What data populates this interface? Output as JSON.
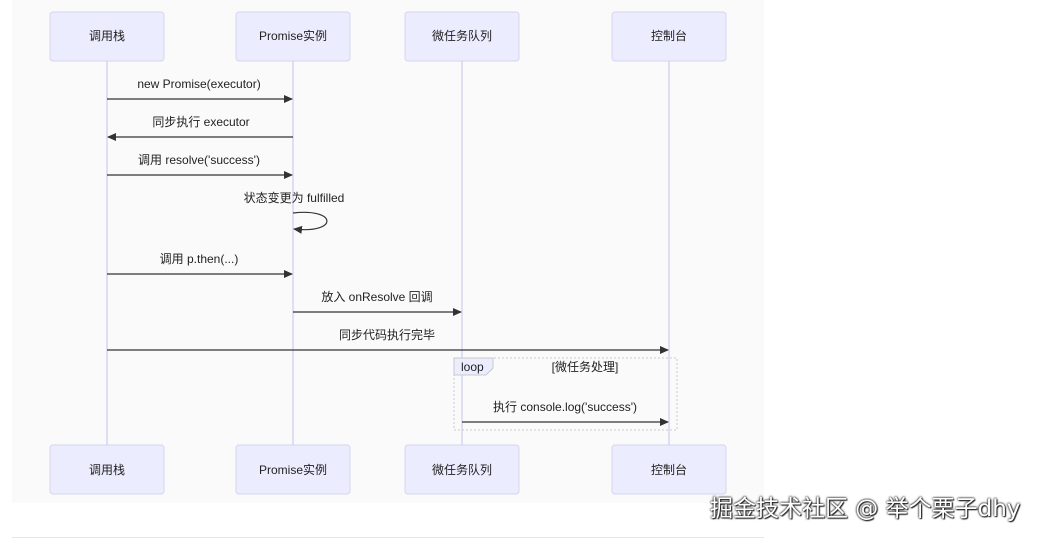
{
  "diagram": {
    "participants": [
      {
        "id": "callstack",
        "label": "调用栈"
      },
      {
        "id": "promise",
        "label": "Promise实例"
      },
      {
        "id": "microqueue",
        "label": "微任务队列"
      },
      {
        "id": "console",
        "label": "控制台"
      }
    ],
    "messages": [
      {
        "from": "callstack",
        "to": "promise",
        "label": "new Promise(executor)"
      },
      {
        "from": "promise",
        "to": "callstack",
        "label": "同步执行 executor"
      },
      {
        "from": "callstack",
        "to": "promise",
        "label": "调用 resolve('success')"
      },
      {
        "from": "promise",
        "to": "promise",
        "label": "状态变更为 fulfilled"
      },
      {
        "from": "callstack",
        "to": "promise",
        "label": "调用 p.then(...)"
      },
      {
        "from": "promise",
        "to": "microqueue",
        "label": "放入 onResolve 回调"
      },
      {
        "from": "callstack",
        "to": "console",
        "label": "同步代码执行完毕"
      },
      {
        "from": "microqueue",
        "to": "console",
        "label": "执行 console.log('success')"
      }
    ],
    "loop": {
      "keyword": "loop",
      "condition": "[微任务处理]"
    }
  },
  "watermark": "掘金技术社区 @ 举个栗子dhy"
}
